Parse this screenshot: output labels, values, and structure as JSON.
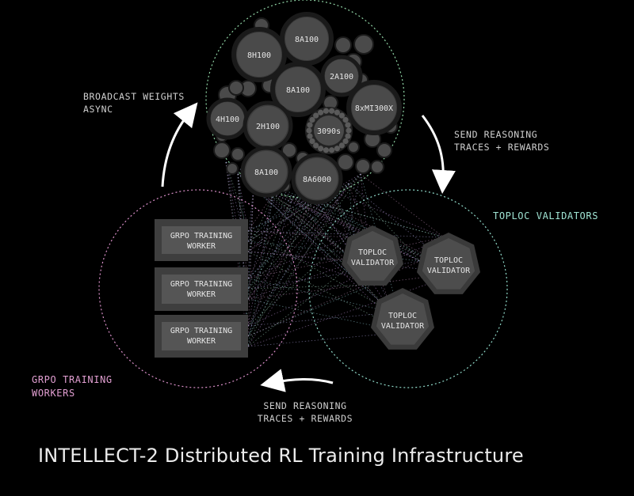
{
  "title": "INTELLECT-2 Distributed RL Training Infrastructure",
  "colors": {
    "background": "#000000",
    "inference_ring": "#8fd3a4",
    "training_ring": "#d98fc8",
    "validator_ring": "#8fd8c8",
    "node_fill": "#4a4a4a",
    "node_stroke": "#6a6a6a"
  },
  "groups": {
    "inference": {
      "nodes": {
        "a100_top": "8A100",
        "h100_8": "8H100",
        "a100_2": "2A100",
        "a100_mid": "8A100",
        "mi300x": "8xMI300X",
        "h100_4": "4H100",
        "h100_2": "2H100",
        "rtx3090": "3090s",
        "a100_low": "8A100",
        "a6000": "8A6000"
      }
    },
    "training": {
      "label_line1": "GRPO TRAINING",
      "label_line2": "WORKERS",
      "worker_line1": "GRPO TRAINING",
      "worker_line2": "WORKER"
    },
    "validators": {
      "label": "TOPLOC VALIDATORS",
      "node_line1": "TOPLOC",
      "node_line2": "VALIDATOR"
    }
  },
  "arrows": {
    "broadcast_line1": "BROADCAST WEIGHTS",
    "broadcast_line2": "ASYNC",
    "send_right_line1": "SEND REASONING",
    "send_right_line2": "TRACES + REWARDS",
    "send_bottom_line1": "SEND REASONING",
    "send_bottom_line2": "TRACES + REWARDS"
  }
}
